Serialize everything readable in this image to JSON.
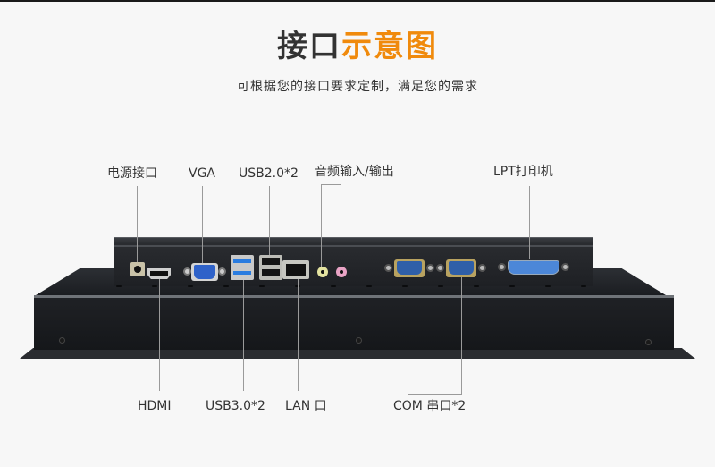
{
  "title": {
    "part1": "接口",
    "part2_accent": "示意图",
    "accent_color": "#f08a0c"
  },
  "subtitle": "可根据您的接口要求定制，满足您的需求",
  "labels_top": [
    {
      "id": "power",
      "text": "电源接口"
    },
    {
      "id": "vga",
      "text": "VGA"
    },
    {
      "id": "usb2",
      "text": "USB2.0*2"
    },
    {
      "id": "audio",
      "text": "音频输入/输出"
    },
    {
      "id": "lpt",
      "text": "LPT打印机"
    }
  ],
  "labels_bottom": [
    {
      "id": "hdmi",
      "text": "HDMI"
    },
    {
      "id": "usb3",
      "text": "USB3.0*2"
    },
    {
      "id": "lan",
      "text": "LAN 口"
    },
    {
      "id": "com",
      "text": "COM 串口*2"
    }
  ],
  "ports": [
    {
      "name": "dc-power-jack",
      "icon": "dc-power-icon"
    },
    {
      "name": "hdmi-port",
      "icon": "hdmi-icon"
    },
    {
      "name": "vga-port",
      "icon": "vga-icon",
      "color": "#2f62c9"
    },
    {
      "name": "usb3-ports",
      "count": 2,
      "color": "#2a7ce0"
    },
    {
      "name": "usb2-ports",
      "count": 2
    },
    {
      "name": "lan-port",
      "icon": "rj45-icon"
    },
    {
      "name": "audio-in",
      "color": "#e4e3a0"
    },
    {
      "name": "audio-out",
      "color": "#e9a3c5"
    },
    {
      "name": "com-ports",
      "count": 2
    },
    {
      "name": "lpt-port",
      "color": "#4c87d8"
    }
  ]
}
